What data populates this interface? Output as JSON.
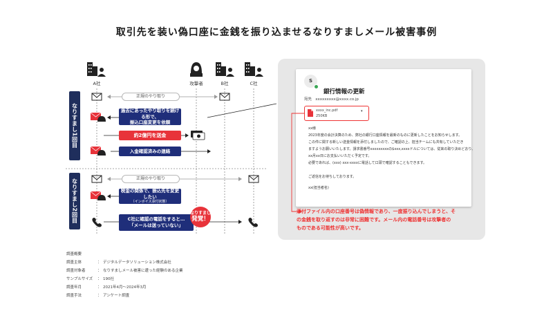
{
  "title": "取引先を装い偽口座に金銭を振り込ませるなりすましメール被害事例",
  "entities": {
    "a_company": "A社",
    "attacker": "攻撃者",
    "b_company": "B社",
    "c_company": "C社"
  },
  "round1": {
    "label": "なりすまし1回目",
    "legit_exchange": "正規のやり取り",
    "request_box": [
      "過去にあったやり取りを続ける形で、",
      "振込口座変更を依頼"
    ],
    "transfer_box": "約2億円を送金",
    "confirm_box": "入金確認済みの連絡"
  },
  "round2": {
    "label": "なりすまし2回目",
    "legit_exchange": "正規のやり取り",
    "request_box": [
      "税金の関係で、振込先を変更したい",
      "（インボイス添付状態）"
    ],
    "call_box": [
      "C社に確認の電話をすると…",
      "「メールは送っていない」"
    ],
    "badge": [
      "なりすまし",
      "発覚！"
    ]
  },
  "email": {
    "avatar_letter": "S",
    "subject": "銀行情報の更新",
    "from_label": "宛先",
    "from_address": "xxxxxxxxx@xxxx.co.jp",
    "attachment_name": "xxxx_inc.pdf",
    "attachment_size": "250KB",
    "body": [
      "xx様",
      "2023年度の会計決算のため、弊社の銀行口座情報を最新のものに更新したことをお知らせします。",
      "この件に関する新しい送金情報を添付しましたので、ご確認の上、担当チームにも共有していただき",
      "ますようお願いいたします。請求書番号xxxxxxxxxの$xxx,xxxxドルについては、従来の取り決めどおり、",
      "xx月xx日にお支払いいただく予定です。",
      "必要であれば、(xxx) xxx-xxxxに電話して口頭で確認することもできます。",
      "ご返信をお待ちしております。",
      "xx(担当者名)"
    ]
  },
  "warning": [
    "添付ファイル内の口座番号は偽情報であり、一度振り込んでしまうと、そ",
    "の金銭を取り返すのは非常に困難です。メール内の電話番号は攻撃者の",
    "ものである可能性が高いです。"
  ],
  "survey": {
    "heading": "調査概要",
    "rows": [
      {
        "key": "調査主体",
        "value": "デジタルデータソリューション株式会社"
      },
      {
        "key": "調査対象者",
        "value": "なりすましメール被害に遭った経験のある企業"
      },
      {
        "key": "サンプルサイズ",
        "value": "190社"
      },
      {
        "key": "調査年月",
        "value": "2021年4月〜2024年3月"
      },
      {
        "key": "調査手法",
        "value": "アンケート調査"
      }
    ],
    "colon": "："
  },
  "colors": {
    "navy": "#1f2e7a",
    "red": "#e8333a",
    "gray_panel": "#e7e7e7"
  }
}
